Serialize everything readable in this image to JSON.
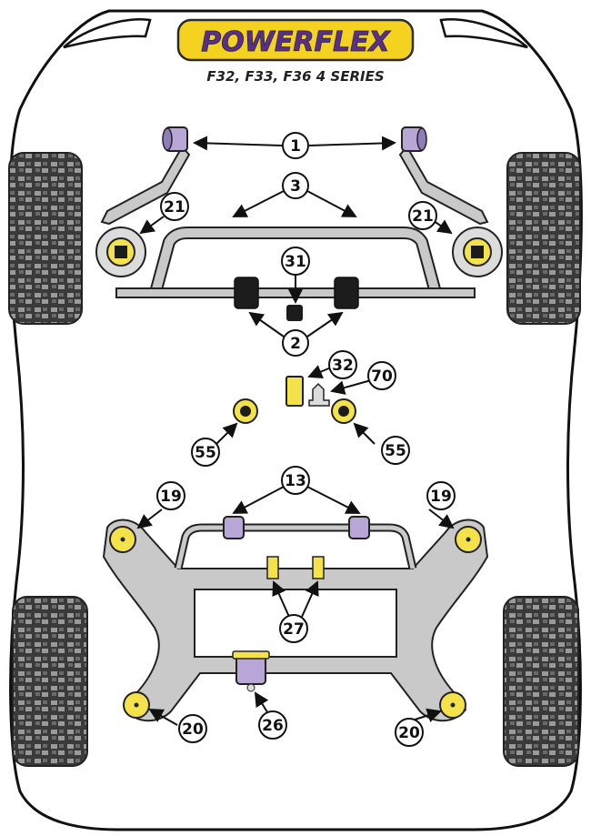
{
  "brand": {
    "logo_text": "POWERFLEX",
    "logo_colors": {
      "badge": "#f4d21f",
      "text": "#5b2d8e",
      "outline": "#2a2a2a"
    }
  },
  "title": "F32, F33, F36 4 SERIES",
  "colors": {
    "bush_yellow": "#f4e24a",
    "bush_purple": "#b7a6d6",
    "bush_black": "#1c1c1c",
    "frame_grey": "#c9c9c9",
    "outline": "#222222",
    "tyre_dark": "#3a3a3a"
  },
  "callouts": [
    {
      "id": "c1",
      "label": "1"
    },
    {
      "id": "c3",
      "label": "3"
    },
    {
      "id": "c21l",
      "label": "21"
    },
    {
      "id": "c21r",
      "label": "21"
    },
    {
      "id": "c31",
      "label": "31"
    },
    {
      "id": "c2",
      "label": "2"
    },
    {
      "id": "c32",
      "label": "32"
    },
    {
      "id": "c70",
      "label": "70"
    },
    {
      "id": "c55l",
      "label": "55"
    },
    {
      "id": "c55r",
      "label": "55"
    },
    {
      "id": "c13",
      "label": "13"
    },
    {
      "id": "c19l",
      "label": "19"
    },
    {
      "id": "c19r",
      "label": "19"
    },
    {
      "id": "c27",
      "label": "27"
    },
    {
      "id": "c20l",
      "label": "20"
    },
    {
      "id": "c26",
      "label": "26"
    },
    {
      "id": "c20r",
      "label": "20"
    }
  ]
}
